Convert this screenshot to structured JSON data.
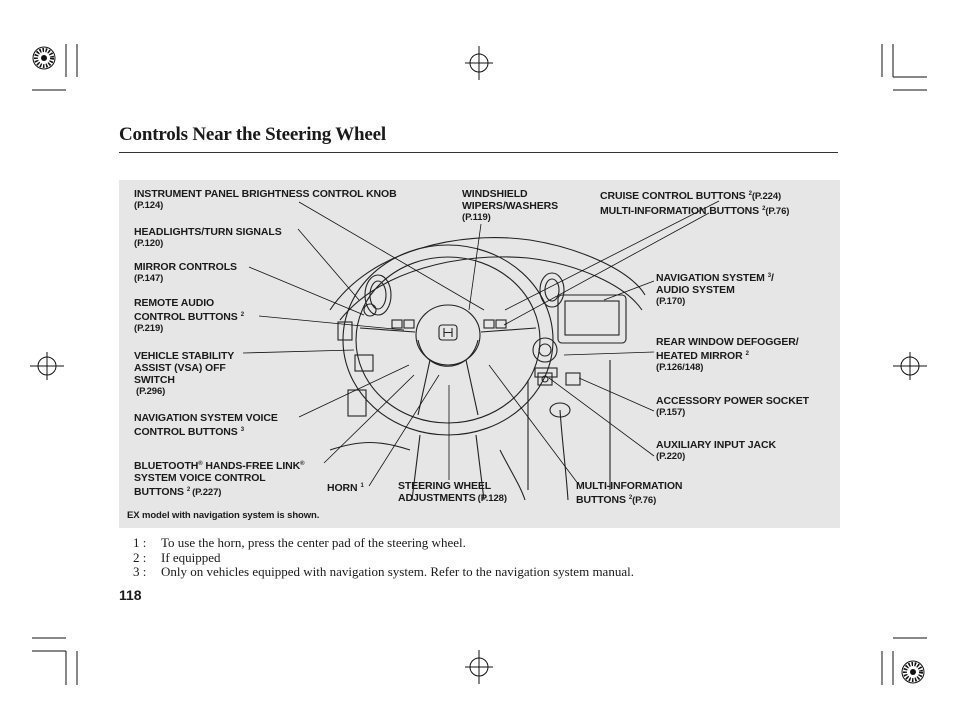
{
  "page_title": "Controls Near the Steering Wheel",
  "page_number": "118",
  "labels": {
    "brightness": {
      "name": "INSTRUMENT PANEL BRIGHTNESS CONTROL KNOB",
      "ref": "(P.124)"
    },
    "headlights": {
      "name": "HEADLIGHTS/TURN SIGNALS",
      "ref": "(P.120)"
    },
    "mirror": {
      "name": "MIRROR CONTROLS",
      "ref": "(P.147)"
    },
    "remote_audio": {
      "line1": "REMOTE AUDIO",
      "line2": "CONTROL BUTTONS",
      "note": "2",
      "ref": "(P.219)"
    },
    "vsa": {
      "line1": "VEHICLE STABILITY",
      "line2": "ASSIST (VSA) OFF",
      "line3": "SWITCH",
      "ref": "(P.296)"
    },
    "nav_voice": {
      "line1": "NAVIGATION SYSTEM VOICE",
      "line2": "CONTROL BUTTONS",
      "note": "3"
    },
    "bluetooth": {
      "line1a": "BLUETOOTH",
      "reg": "®",
      "line1b": " HANDS-FREE LINK",
      "line2": "SYSTEM VOICE CONTROL",
      "line3": "BUTTONS",
      "note": "2",
      "ref": "(P.227)"
    },
    "horn": {
      "name": "HORN",
      "note": "1"
    },
    "steering": {
      "line1": "STEERING WHEEL",
      "line2": "ADJUSTMENTS",
      "ref": "(P.128)"
    },
    "wipers": {
      "line1": "WINDSHIELD",
      "line2": "WIPERS/WASHERS",
      "ref": "(P.119)"
    },
    "cruise": {
      "name": "CRUISE CONTROL BUTTONS",
      "note": "2",
      "ref": "(P.224)"
    },
    "mid_top": {
      "name": "MULTI-INFORMATION BUTTONS",
      "note": "2",
      "ref": "(P.76)"
    },
    "nav_audio": {
      "line1": "NAVIGATION SYSTEM",
      "note": "3",
      "slash": "/",
      "line2": "AUDIO SYSTEM",
      "ref": "(P.170)"
    },
    "defogger": {
      "line1": "REAR WINDOW DEFOGGER/",
      "line2": "HEATED MIRROR",
      "note": "2",
      "ref": "(P.126/148)"
    },
    "power_socket": {
      "name": "ACCESSORY POWER SOCKET",
      "ref": "(P.157)"
    },
    "aux_jack": {
      "name": "AUXILIARY INPUT JACK",
      "ref": "(P.220)"
    },
    "mid_bottom": {
      "line1": "MULTI-INFORMATION",
      "line2": "BUTTONS",
      "note": "2",
      "ref": "(P.76)"
    }
  },
  "caption": "EX model with navigation system is shown.",
  "footnotes": [
    {
      "mark": "1 :",
      "text": "To use the horn, press the center pad of the steering wheel."
    },
    {
      "mark": "2 :",
      "text": "If equipped"
    },
    {
      "mark": "3 :",
      "text": "Only on vehicles equipped with navigation system. Refer to the navigation system manual."
    }
  ]
}
